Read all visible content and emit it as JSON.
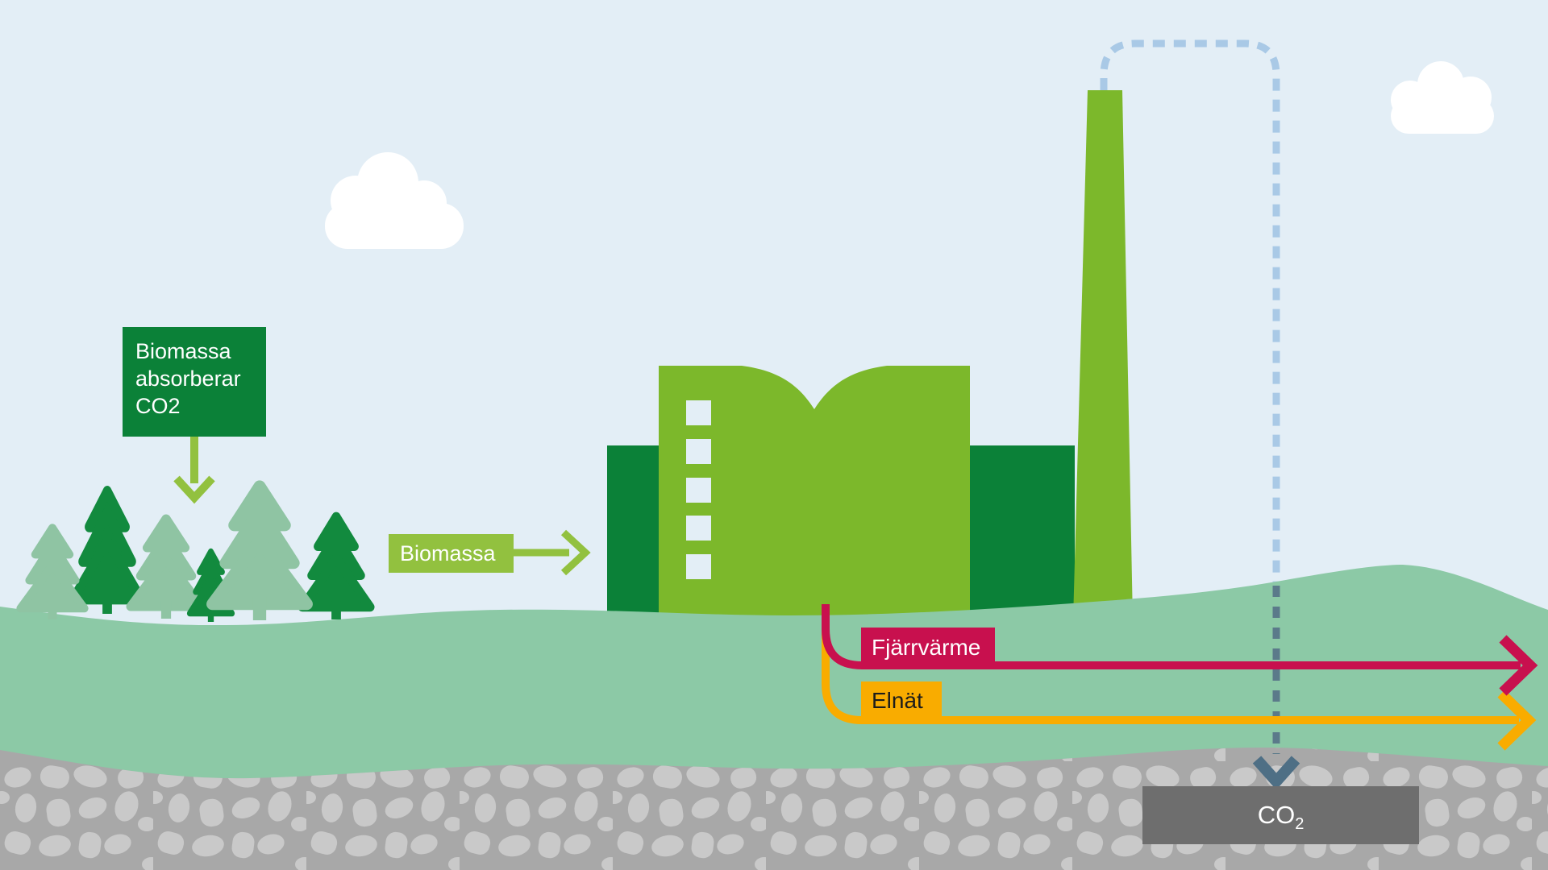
{
  "labels": {
    "info_box": "Biomassa absorberar CO2",
    "biomassa": "Biomassa",
    "fjarrvarme": "Fjärrvärme",
    "elnat": "Elnät",
    "co2_main": "CO",
    "co2_sub": "2"
  },
  "colors": {
    "sky": "#E3EEF6",
    "cloud": "#FFFFFF",
    "ground_green": "#8CC9A6",
    "tree_light_green": "#8FC4A3",
    "tree_dark_green": "#128A3E",
    "factory_dark_green": "#0B8138",
    "factory_light_green": "#7CB82B",
    "accent_green": "#92C13F",
    "district_heating_magenta": "#C8104E",
    "power_grid_orange": "#F9AC00",
    "co2_dash_sky_blue": "#A9C9E6",
    "co2_dash_slate": "#5B7A8A",
    "co2_arrow_slate": "#4E6F85",
    "co2_storage_gray": "#6E6E6E",
    "bedrock_gray": "#A8A8A8",
    "pebble_gray": "#C9C9C9"
  }
}
